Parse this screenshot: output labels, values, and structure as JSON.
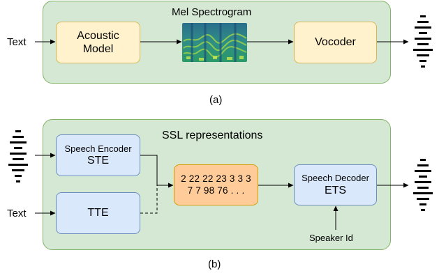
{
  "panel_a": {
    "caption": "(a)",
    "input_label": "Text",
    "spectrogram_label": "Mel Spectrogram",
    "acoustic_model": {
      "line1": "Acoustic",
      "line2": "Model"
    },
    "vocoder": "Vocoder",
    "output_icon": "waveform-icon"
  },
  "panel_b": {
    "caption": "(b)",
    "title": "SSL representations",
    "input_audio_icon": "waveform-icon",
    "input_text_label": "Text",
    "speech_encoder": {
      "line1": "Speech Encoder",
      "line2": "STE"
    },
    "text_encoder": "TTE",
    "units": {
      "line1": "2 22 22 23 3 3 3",
      "line2": "7 7 98 76 . . ."
    },
    "speech_decoder": {
      "line1": "Speech Decoder",
      "line2": "ETS"
    },
    "speaker_label": "Speaker Id",
    "output_icon": "waveform-icon"
  },
  "colors": {
    "panel_fill": "#d5e8d4",
    "panel_border": "#82b366",
    "yellow_fill": "#fff2cc",
    "blue_fill": "#dae8fc",
    "orange_fill": "#ffcc99"
  }
}
